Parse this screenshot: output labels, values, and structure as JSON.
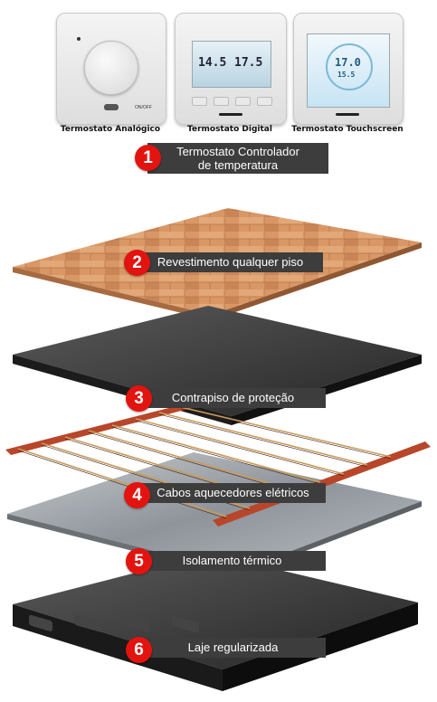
{
  "thermostats": [
    {
      "caption": "Termostato Analógico",
      "switch_label": "ON/OFF"
    },
    {
      "caption": "Termostato Digital",
      "temp_left": "14.5",
      "temp_right": "17.5"
    },
    {
      "caption": "Termostato Touchscreen",
      "temp_main": "17.0",
      "temp_sub": "15.5"
    }
  ],
  "steps": [
    {
      "number": "1",
      "label_lines": [
        "Termostato Controlador",
        "de temperatura"
      ]
    },
    {
      "number": "2",
      "label": "Revestimento qualquer piso"
    },
    {
      "number": "3",
      "label": "Contrapiso de proteção"
    },
    {
      "number": "4",
      "label": "Cabos aquecedores elétricos"
    },
    {
      "number": "5",
      "label": "Isolamento térmico"
    },
    {
      "number": "6",
      "label": "Laje regularizada"
    }
  ]
}
